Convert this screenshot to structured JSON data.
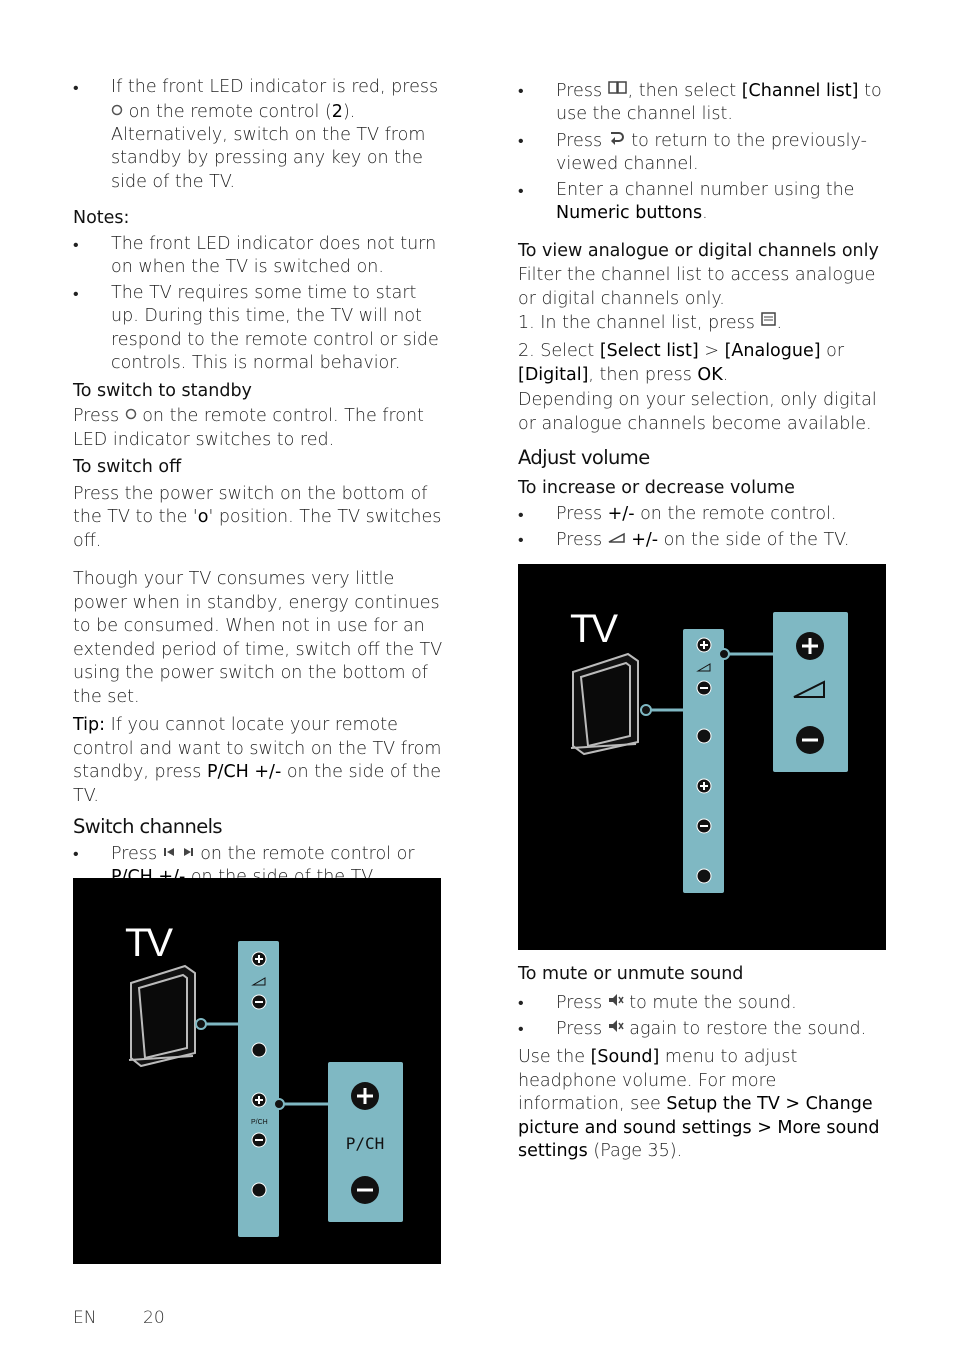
{
  "left": {
    "p1": {
      "a": "If the front LED indicator is red, press",
      "b": "on the remote control (",
      "c": "2",
      "d": "). Alternatively, switch on the TV from standby by pressing any key on the side of the TV."
    },
    "notes_label": "Notes:",
    "notes": [
      "The front LED indicator does not turn on when the TV is switched on.",
      "The TV requires some time to start up. During this time, the TV will not respond to the remote control or side controls. This is normal behavior."
    ],
    "standby": {
      "heading": "To switch to standby",
      "a": "Press",
      "b": "on the remote control. The front LED indicator switches to red."
    },
    "off": {
      "heading": "To switch off",
      "a": "Press the power switch on the bottom of the TV to the '",
      "b": "o",
      "c": "' position. The TV switches off."
    },
    "power_note": "Though your TV consumes very little power when in standby, energy continues to be consumed. When not in use for an extended period of time, switch off the TV using the power switch on the bottom of the set.",
    "tip": {
      "label": "Tip:",
      "a": "If you cannot locate your remote control and want to switch on the TV from standby, press",
      "b": "P/CH +/-",
      "c": "on the side of the TV."
    },
    "switch": {
      "heading": "Switch channels",
      "a": "Press",
      "b": "on the remote control or",
      "c": "P/CH +/-",
      "d": "on the side of the TV."
    },
    "figure": {
      "logo": "TV",
      "callout": "P/CH"
    }
  },
  "right": {
    "b1": {
      "a": "Press",
      "b": ", then select",
      "c": "[Channel list]",
      "d": "to use the channel list."
    },
    "b2": {
      "a": "Press",
      "b": "to return to the previously-viewed channel."
    },
    "b3": {
      "a": "Enter a channel number using the",
      "b": "Numeric buttons",
      "c": "."
    },
    "analogue": {
      "heading": "To view analogue or digital channels only",
      "l1": "Filter the channel list to access analogue or digital channels only.",
      "l2a": "1. In the channel list, press",
      "l2b": ".",
      "l3a": "2. Select",
      "l3b": "[Select list]",
      "l3c": ">",
      "l3d": "[Analogue]",
      "l3e": "or",
      "l3f": "[Digital]",
      "l3g": ", then press",
      "l3h": "OK",
      "l3i": ".",
      "l4": "Depending on your selection, only digital or analogue channels become available."
    },
    "volume": {
      "heading": "Adjust volume",
      "sub": "To increase or decrease volume",
      "b1a": "Press",
      "b1b": "+/-",
      "b1c": "on the remote control.",
      "b2a": "Press",
      "b2b": "+/-",
      "b2c": "on the side of the TV."
    },
    "figure": {
      "logo": "TV"
    },
    "mute": {
      "heading": "To mute or unmute sound",
      "b1a": "Press",
      "b1b": "to mute the sound.",
      "b2a": "Press",
      "b2b": "again to restore the sound.",
      "pa": "Use the",
      "pb": "[Sound]",
      "pc": "menu to adjust headphone volume. For more information, see",
      "pd": "Setup the TV > Change picture and sound settings > More sound settings",
      "pe": "(Page 35)."
    }
  },
  "footer": {
    "lang": "EN",
    "page": "20"
  },
  "colors": {
    "panel": "#7fb8c3",
    "figure_bg": "#000000"
  }
}
